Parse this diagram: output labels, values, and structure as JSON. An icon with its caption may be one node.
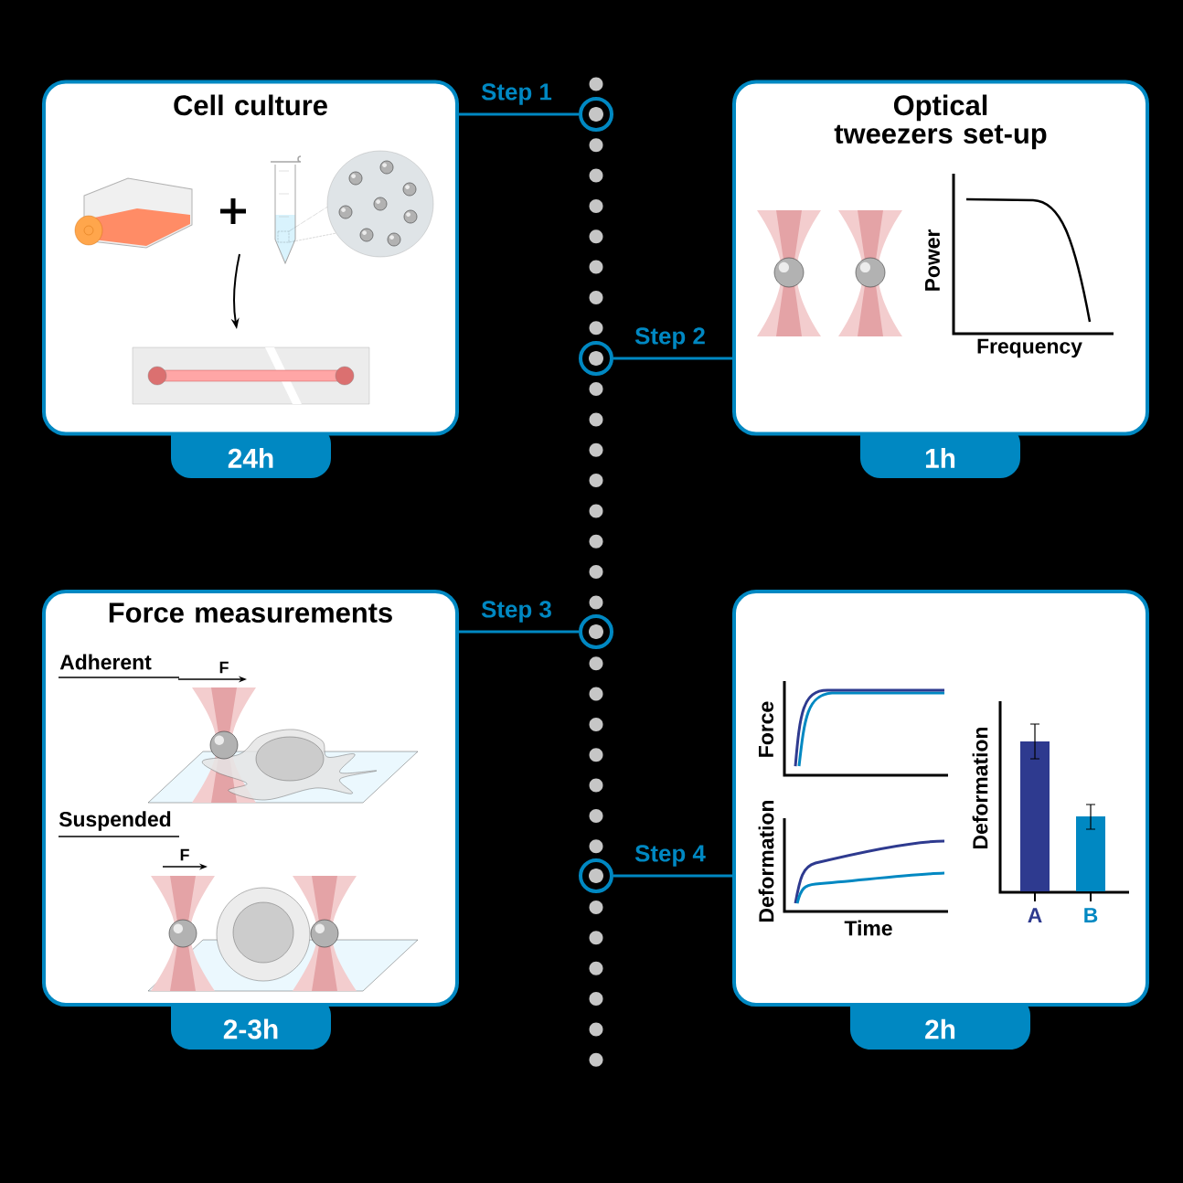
{
  "diagram": {
    "nodes": [
      {
        "text": [
          "Cell culture"
        ],
        "beside": [
          "24h"
        ]
      },
      {
        "text": [
          "Optical tweezers set-up"
        ],
        "beside": [
          "1h"
        ]
      },
      {
        "text": [
          "Force measurements"
        ],
        "beside": [
          "2-3h"
        ]
      },
      {
        "text": [],
        "shape": "box",
        "beside": [
          "2h"
        ]
      },
      {
        "text": [],
        "shape": "circle"
      },
      {
        "text": [],
        "shape": "circle"
      },
      {
        "text": [],
        "shape": "circle"
      },
      {
        "text": [],
        "shape": "circle"
      }
    ],
    "edges": [
      {
        "from": 0,
        "to": 4,
        "arrow": "none",
        "label": "Step 1"
      },
      {
        "from": 1,
        "to": 5,
        "arrow": "none",
        "label": "Step 2"
      },
      {
        "from": 2,
        "to": 6,
        "arrow": "none",
        "label": "Step 3"
      },
      {
        "from": 3,
        "to": 7,
        "arrow": "none",
        "label": "Step 4"
      }
    ],
    "labels": [
      "Power",
      "Frequency",
      "Adherent",
      "F",
      "Suspended",
      "F",
      "Force",
      "Deformation",
      "Time",
      "Deformation",
      "A",
      "B"
    ]
  }
}
